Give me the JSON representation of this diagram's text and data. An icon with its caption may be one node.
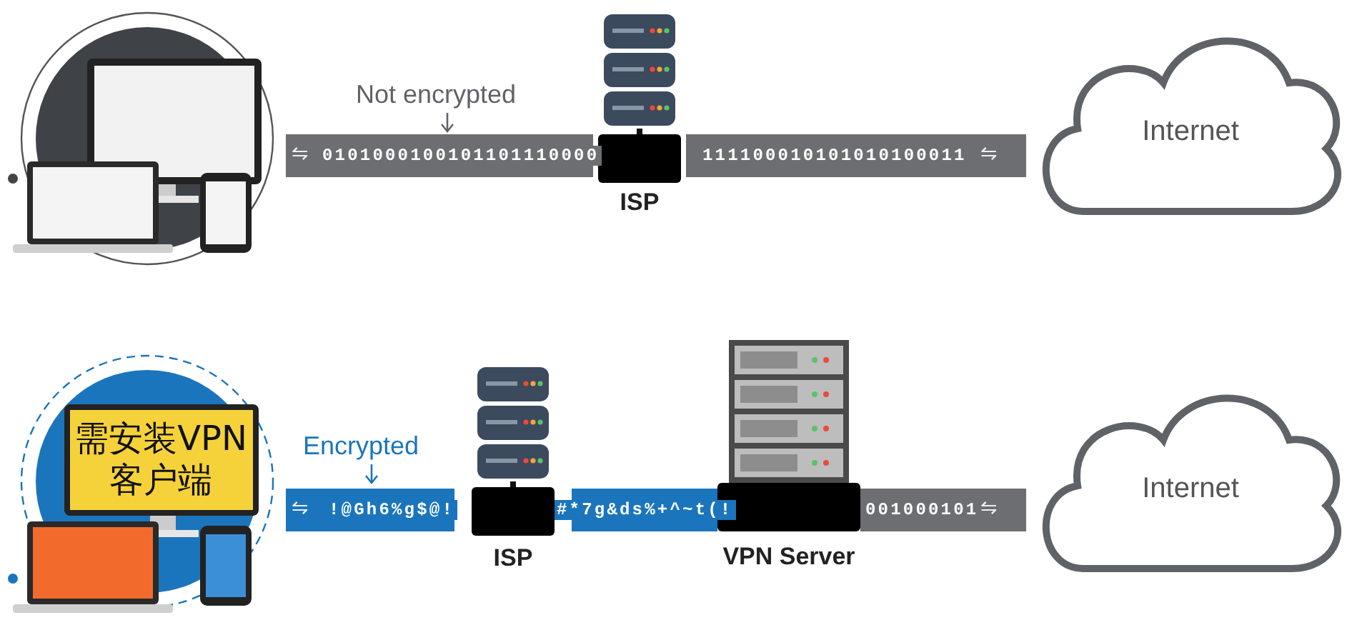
{
  "diagram": {
    "nodes": [
      {
        "text": [],
        "shape": "picture"
      },
      {
        "text": [
          "ISP"
        ]
      },
      {
        "text": [
          "Internet"
        ]
      },
      {
        "text": [
          "需安装VPN客户端"
        ]
      },
      {
        "text": [
          "ISP"
        ]
      },
      {
        "text": [
          "VPN Server"
        ]
      },
      {
        "text": [
          "Internet"
        ]
      }
    ],
    "edges": [
      {
        "from": 0,
        "to": 1,
        "arrow": "none",
        "label": "0101000100101101110000"
      },
      {
        "from": 1,
        "to": 2,
        "arrow": "none",
        "label": "111100010101010100011"
      },
      {
        "from": 3,
        "to": 4,
        "arrow": "none",
        "color": "#1b75bc",
        "label": "!@Gh6%g$@!"
      },
      {
        "from": 4,
        "to": 5,
        "arrow": "none",
        "color": "#1b75bc",
        "label": "#*7g&ds%+^~t(!"
      },
      {
        "from": 5,
        "to": 6,
        "arrow": "none",
        "label": "001000101"
      }
    ],
    "labels": [
      "Not encrypted",
      "⇋",
      "⇋",
      "Encrypted",
      "⇋",
      "⇋"
    ]
  }
}
